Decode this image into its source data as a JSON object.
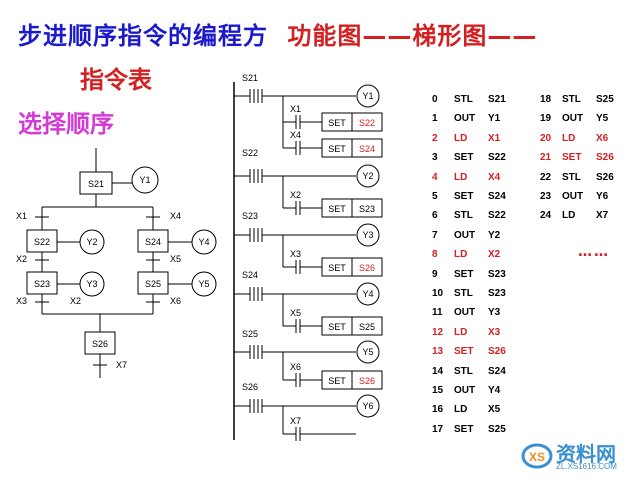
{
  "title": {
    "part1": "步进顺序指令的编程方",
    "part2": "功能图——梯形图——",
    "line2": "指令表"
  },
  "subtitle": "选择顺序",
  "sfc": {
    "s21": "S21",
    "y1": "Y1",
    "x1": "X1",
    "x4": "X4",
    "s22": "S22",
    "y2": "Y2",
    "s24": "S24",
    "y4": "Y4",
    "x2a": "X2",
    "x5a": "X5",
    "s23": "S23",
    "y3": "Y3",
    "s25": "S25",
    "y5": "Y5",
    "x3": "X3",
    "x2b": "X2",
    "x6": "X6",
    "s26": "S26",
    "x7": "X7"
  },
  "ladder": {
    "s21": "S21",
    "y1": "Y1",
    "x1": "X1",
    "set1": "SET",
    "s22": "S22",
    "x4": "X4",
    "set2": "SET",
    "s24a": "S24",
    "s22b": "S22",
    "y2": "Y2",
    "x2": "X2",
    "set3": "SET",
    "s23": "S23",
    "s23b": "S23",
    "y3": "Y3",
    "x3": "X3",
    "set4": "SET",
    "s26a": "S26",
    "s24b": "S24",
    "y4": "Y4",
    "x5": "X5",
    "set5": "SET",
    "s25": "S25",
    "s25b": "S25",
    "y5": "Y5",
    "x6": "X6",
    "set6": "SET",
    "s26b": "S26",
    "s26c": "S26",
    "y6": "Y6",
    "x7": "X7"
  },
  "instructions": [
    {
      "n": "0",
      "op": "STL",
      "arg": "S21",
      "red": false
    },
    {
      "n": "1",
      "op": "OUT",
      "arg": "Y1",
      "red": false
    },
    {
      "n": "2",
      "op": "LD",
      "arg": "X1",
      "red": true
    },
    {
      "n": "3",
      "op": "SET",
      "arg": "S22",
      "red": false
    },
    {
      "n": "4",
      "op": "LD",
      "arg": "X4",
      "red": true
    },
    {
      "n": "5",
      "op": "SET",
      "arg": "S24",
      "red": false
    },
    {
      "n": "6",
      "op": "STL",
      "arg": "S22",
      "red": false
    },
    {
      "n": "7",
      "op": "OUT",
      "arg": "Y2",
      "red": false
    },
    {
      "n": "8",
      "op": "LD",
      "arg": "X2",
      "red": true
    },
    {
      "n": "9",
      "op": "SET",
      "arg": "S23",
      "red": false
    },
    {
      "n": "10",
      "op": "STL",
      "arg": "S23",
      "red": false
    },
    {
      "n": "11",
      "op": "OUT",
      "arg": "Y3",
      "red": false
    },
    {
      "n": "12",
      "op": "LD",
      "arg": "X3",
      "red": true
    },
    {
      "n": "13",
      "op": "SET",
      "arg": "S26",
      "red": true
    },
    {
      "n": "14",
      "op": "STL",
      "arg": "S24",
      "red": false
    },
    {
      "n": "15",
      "op": "OUT",
      "arg": "Y4",
      "red": false
    },
    {
      "n": "16",
      "op": "LD",
      "arg": "X5",
      "red": false
    },
    {
      "n": "17",
      "op": "SET",
      "arg": "S25",
      "red": false
    },
    {
      "n": "18",
      "op": "STL",
      "arg": "S25",
      "red": false
    },
    {
      "n": "19",
      "op": "OUT",
      "arg": "Y5",
      "red": false
    },
    {
      "n": "20",
      "op": "LD",
      "arg": "X6",
      "red": true
    },
    {
      "n": "21",
      "op": "SET",
      "arg": "S26",
      "red": true
    },
    {
      "n": "22",
      "op": "STL",
      "arg": "S26",
      "red": false
    },
    {
      "n": "23",
      "op": "OUT",
      "arg": "Y6",
      "red": false
    },
    {
      "n": "24",
      "op": "LD",
      "arg": "X7",
      "red": false
    }
  ],
  "ellipsis": "……",
  "watermark": {
    "main": "资料网",
    "sub": "ZL.XS1616.COM"
  },
  "colors": {
    "blue": "#1a1acc",
    "red": "#d42020",
    "magenta": "#d43ad4",
    "wm": "#3a8fd0"
  }
}
